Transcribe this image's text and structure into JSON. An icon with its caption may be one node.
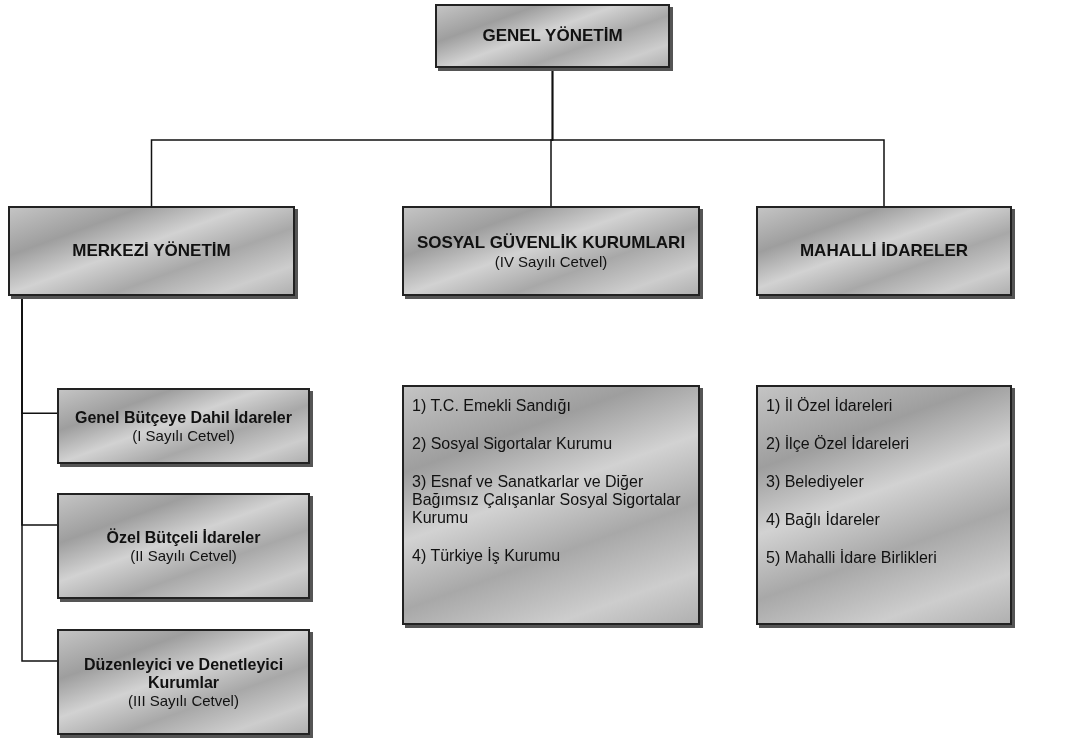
{
  "diagram": {
    "nodes": [
      {
        "text": [
          "GENEL YÖNETİM"
        ]
      },
      {
        "text": [
          "MERKEZİ YÖNETİM"
        ]
      },
      {
        "text": [
          "SOSYAL GÜVENLİK KURUMLARI",
          "(IV Sayılı Cetvel)"
        ]
      },
      {
        "text": [
          "MAHALLİ İDARELER"
        ]
      },
      {
        "text": [
          "Genel Bütçeye Dahil İdareler",
          "(I Sayılı Cetvel)"
        ]
      },
      {
        "text": [
          "Özel Bütçeli İdareler",
          "(II Sayılı Cetvel)"
        ]
      },
      {
        "text": [
          "Düzenleyici ve Denetleyici Kurumlar",
          "(III Sayılı Cetvel)"
        ]
      },
      {
        "text": [
          "1) T.C. Emekli Sandığı",
          "2) Sosyal Sigortalar Kurumu",
          "3) Esnaf ve Sanatkarlar ve Diğer Bağımsız Çalışanlar Sosyal Sigortalar Kurumu",
          "4) Türkiye İş Kurumu"
        ]
      },
      {
        "text": [
          "1) İl Özel İdareleri",
          "2) İlçe Özel İdareleri",
          "3) Belediyeler",
          "4) Bağlı İdareler",
          "5) Mahalli İdare Birlikleri"
        ]
      }
    ],
    "edges": [
      {
        "from": 0,
        "to": 1,
        "arrow": "none"
      },
      {
        "from": 0,
        "to": 2,
        "arrow": "none"
      },
      {
        "from": 0,
        "to": 3,
        "arrow": "none"
      },
      {
        "from": 1,
        "to": 4,
        "arrow": "none"
      },
      {
        "from": 1,
        "to": 5,
        "arrow": "none"
      },
      {
        "from": 1,
        "to": 6,
        "arrow": "none"
      }
    ]
  }
}
